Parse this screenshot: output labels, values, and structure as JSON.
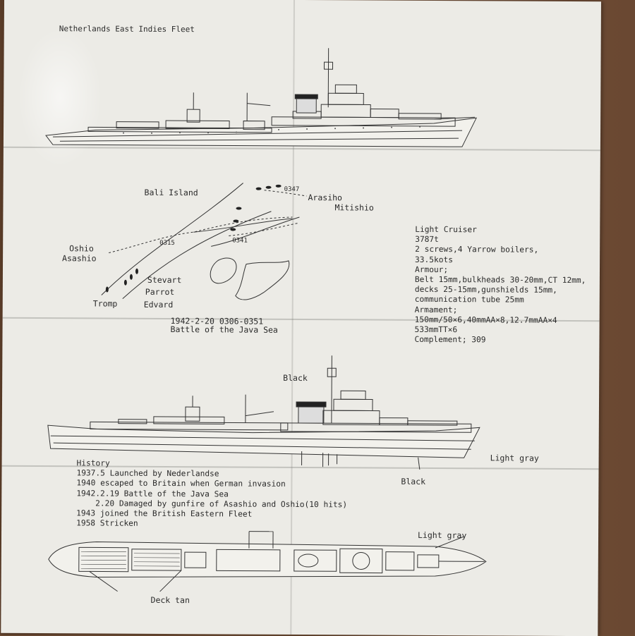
{
  "document": {
    "title": "Netherlands East Indies Fleet",
    "map": {
      "labels": {
        "bali": "Bali Island",
        "time_0347": "0347",
        "arasiho": "Arasiho",
        "mitishio": "Mitishio",
        "oshio": "Oshio",
        "asashio": "Asashio",
        "time_0315": "0315",
        "time_0341": "0341",
        "stewart": "Stevart",
        "parrot": "Parrot",
        "edvard": "Edvard",
        "tromp": "Tromp"
      },
      "caption_line1": "1942-2-20 0306-0351",
      "caption_line2": "Battle of the Java Sea"
    },
    "specs": [
      "Light Cruiser",
      "3787t",
      "2 screws,4 Yarrow boilers,",
      "33.5kots",
      "Armour;",
      "Belt 15mm,bulkheads 30-20mm,CT 12mm,",
      "decks 25-15mm,gunshields 15mm,",
      "communication tube 25mm",
      "Armament;",
      "150mm/50×6,40mmAA×8,12.7mmAA×4",
      "533mmTT×6",
      "Complement; 309"
    ],
    "profile_labels": {
      "black_top": "Black",
      "light_gray_right": "Light gray",
      "black_bottom": "Black"
    },
    "history": [
      "History",
      "1937.5 Launched by Nederlandse",
      "1940 escaped to Britain when German invasion",
      "1942.2.19  Battle of the Java Sea",
      "    2.20 Damaged by gunfire of Asashio and Oshio(10 hits)",
      "1943 joined the British Eastern Fleet",
      "1958 Stricken"
    ],
    "plan_labels": {
      "light_gray": "Light gray",
      "deck_tan": "Deck tan"
    }
  }
}
